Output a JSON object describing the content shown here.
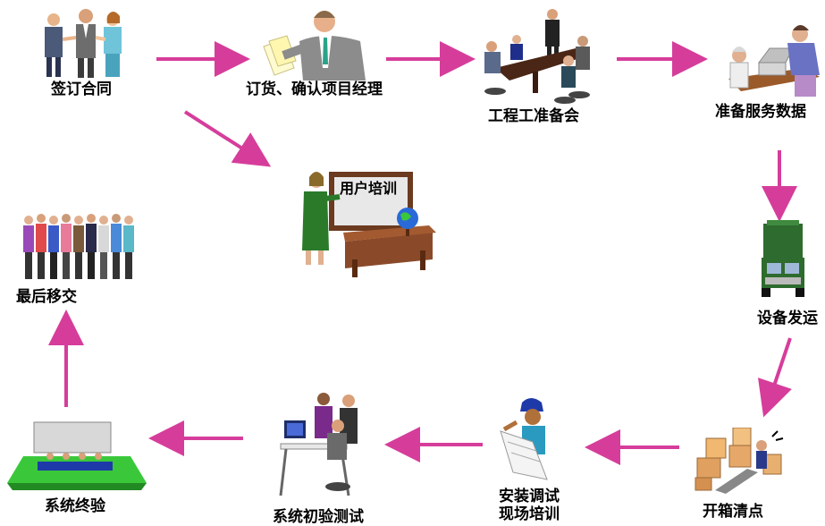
{
  "flow": {
    "steps": [
      {
        "id": "sign-contract",
        "label": "签订合同"
      },
      {
        "id": "order-confirm",
        "label": "订货、确认项目经理"
      },
      {
        "id": "project-prep",
        "label": "工程工准备会"
      },
      {
        "id": "service-data",
        "label": "准备服务数据"
      },
      {
        "id": "equipment-ship",
        "label": "设备发运"
      },
      {
        "id": "unpack-check",
        "label": "开箱清点"
      },
      {
        "id": "install-debug",
        "label_line1": "安装调试",
        "label_line2": "现场培训"
      },
      {
        "id": "initial-test",
        "label": "系统初验测试"
      },
      {
        "id": "final-acceptance",
        "label": "系统终验"
      },
      {
        "id": "final-handover",
        "label": "最后移交"
      }
    ],
    "training": {
      "board_text": "用户培训"
    }
  },
  "colors": {
    "arrow": "#d63d9b",
    "board": "#6b3a1f",
    "truck": "#2e6b2e"
  }
}
